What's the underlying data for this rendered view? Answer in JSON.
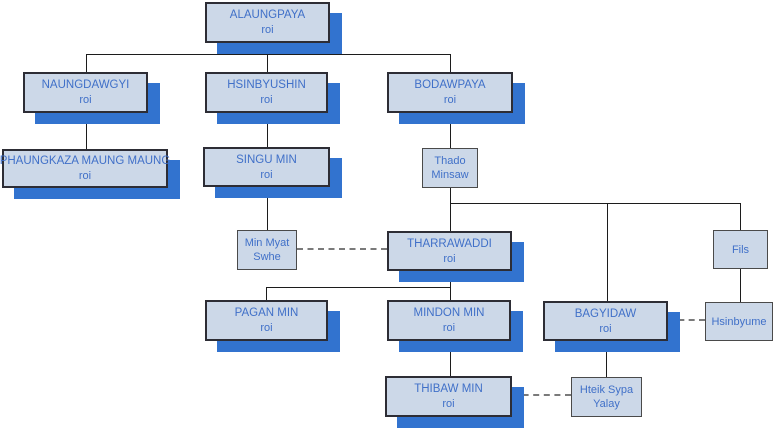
{
  "colors": {
    "page-bg": "#ffffff",
    "node-fill": "#ccd8e8",
    "node-border": "#2d2d35",
    "plain-border": "#4a4a4a",
    "node-shadow": "#3273cf",
    "node-text": "#4070c8",
    "line": "#1c1c1c",
    "dashed-line": "#7a7a7a"
  },
  "nodes": {
    "alaungpaya": {
      "line1": "ALAUNGPAYA",
      "line2": "roi"
    },
    "naungdawgyi": {
      "line1": "NAUNGDAWGYI",
      "line2": "roi"
    },
    "hsinbyushin": {
      "line1": "HSINBYUSHIN",
      "line2": "roi"
    },
    "bodawpaya": {
      "line1": "BODAWPAYA",
      "line2": "roi"
    },
    "phaungkaza": {
      "line1": "PHAUNGKAZA MAUNG MAUNG",
      "line2": "roi"
    },
    "singu": {
      "line1": "SINGU MIN",
      "line2": "roi"
    },
    "thado": {
      "line1": "Thado",
      "line2": "Minsaw"
    },
    "minmyat": {
      "line1": "Min Myat",
      "line2": "Swhe"
    },
    "tharrawaddi": {
      "line1": "THARRAWADDI",
      "line2": "roi"
    },
    "fils": {
      "line1": "Fils"
    },
    "pagan": {
      "line1": "PAGAN MIN",
      "line2": "roi"
    },
    "mindon": {
      "line1": "MINDON MIN",
      "line2": "roi"
    },
    "bagyidaw": {
      "line1": "BAGYIDAW",
      "line2": "roi"
    },
    "hsinbyume": {
      "line1": "Hsinbyume"
    },
    "thibaw": {
      "line1": "THIBAW MIN",
      "line2": "roi"
    },
    "hteik": {
      "line1": "Hteik Sypa",
      "line2": "Yalay"
    }
  }
}
